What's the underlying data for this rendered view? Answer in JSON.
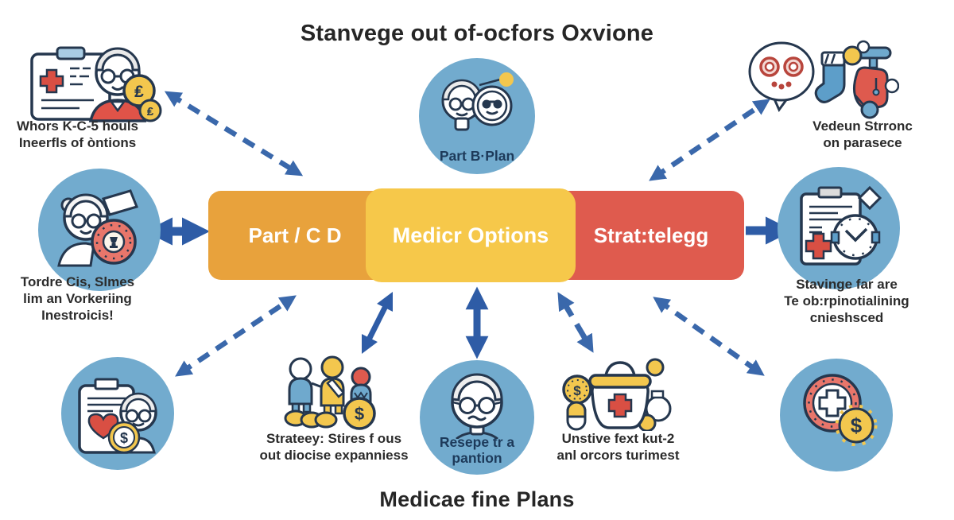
{
  "titles": {
    "top": "Stanvege out of-ocfors Oxvione",
    "bottom": "Medicae fine Plans"
  },
  "bar": {
    "segments": [
      {
        "id": "part-cd",
        "label": "Part / C D",
        "color": "#E8A23C"
      },
      {
        "id": "medicr-options",
        "label": "Medicr Options",
        "color": "#F6C84A"
      },
      {
        "id": "strattelegg",
        "label": "Strat:telegg",
        "color": "#DF5B4E"
      }
    ]
  },
  "nodes": {
    "top_left": {
      "line1": "Whors K-C-5 houls",
      "line2": "Ineerfls of òntions",
      "icon": "doctor-clipboard-coins-icon"
    },
    "top_center": {
      "label": "Part B·Plan",
      "icon": "senior-couple-faces-icon"
    },
    "top_right": {
      "line1": "Vedeun Strronc",
      "line2": "on parasece",
      "icon": "speech-bubble-sock-scooter-icon"
    },
    "mid_left": {
      "line1": "Tordre Cis, Slmes",
      "line2": "lim an Vorkeriing",
      "line3": "Inestroicis!",
      "icon": "grandma-badge-icon"
    },
    "mid_right": {
      "line1": "Stavinge far are",
      "line2": "Te ob:rpinotialining",
      "line3": "cnieshsced",
      "icon": "clipboard-clock-icon"
    },
    "bottom_left": {
      "icon": "clipboard-heart-coin-icon"
    },
    "bottom_mid_left": {
      "line1": "Strateey: Stires f ous",
      "line2": "out diocise expanniess",
      "icon": "family-coins-icon"
    },
    "bottom_center": {
      "line1": "Resepe tr a",
      "line2": "pantion",
      "icon": "senior-man-face-icon"
    },
    "bottom_mid_right": {
      "line1": "Unstive fext kut-2",
      "line2": "anl orcors turimest",
      "icon": "medical-bag-pills-icon"
    },
    "bottom_right": {
      "icon": "medical-badge-dollar-icon"
    }
  },
  "glyphs": {
    "dollar": "$",
    "pound": "₤"
  },
  "arrows": [
    {
      "from": "bar",
      "to": "top_left",
      "style": "dashed",
      "heads": 2
    },
    {
      "from": "bar",
      "to": "top_right",
      "style": "dashed",
      "heads": 2
    },
    {
      "from": "mid_left",
      "to": "bar",
      "style": "solid",
      "heads": 2
    },
    {
      "from": "bar",
      "to": "mid_right",
      "style": "solid",
      "heads": 1
    },
    {
      "from": "bar",
      "to": "bottom_left",
      "style": "dashed",
      "heads": 2
    },
    {
      "from": "bar",
      "to": "bottom_mid_left",
      "style": "solid",
      "heads": 2
    },
    {
      "from": "bar",
      "to": "bottom_center",
      "style": "solid",
      "heads": 2
    },
    {
      "from": "bar",
      "to": "bottom_mid_right",
      "style": "long-dash",
      "heads": 2
    },
    {
      "from": "bar",
      "to": "bottom_right",
      "style": "dashed",
      "heads": 2
    }
  ],
  "colors": {
    "circle_blue": "#72ABCE",
    "bar_orange": "#E8A23C",
    "bar_yellow": "#F6C84A",
    "bar_red": "#DF5B4E",
    "arrow_dashed_blue": "#3A68AB",
    "arrow_solid_blue": "#2E5CA6",
    "outline_navy": "#25374E",
    "accent_red": "#D94F43",
    "badge_red": "#E8766B",
    "coin_yellow": "#F3C74E",
    "sock_blue": "#5D9EC9",
    "label_dark": "#2B2B2B",
    "circle_text_navy": "#1D3A5A"
  }
}
